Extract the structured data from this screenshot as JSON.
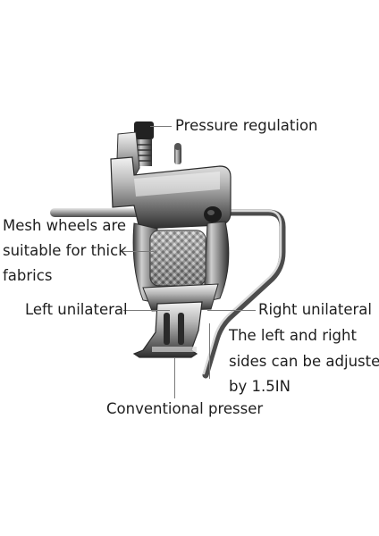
{
  "diagram": {
    "labels": {
      "pressure_regulation": "Pressure regulation",
      "mesh_line1": "Mesh wheels are",
      "mesh_line2": "suitable for thick",
      "mesh_line3": "fabrics",
      "left_unilateral": "Left unilateral",
      "right_unilateral": "Right unilateral",
      "adjust_line1": "The left and right",
      "adjust_line2": "sides can be adjusted",
      "adjust_line3": "by 1.5IN",
      "conventional_presser": "Conventional presser"
    },
    "colors": {
      "background": "#ffffff",
      "text": "#1e1e1e",
      "leader": "#7a7a7a",
      "metal_dark": "#2a2a2a",
      "metal_mid": "#8a8a8a",
      "metal_light": "#e6e6e6"
    }
  }
}
